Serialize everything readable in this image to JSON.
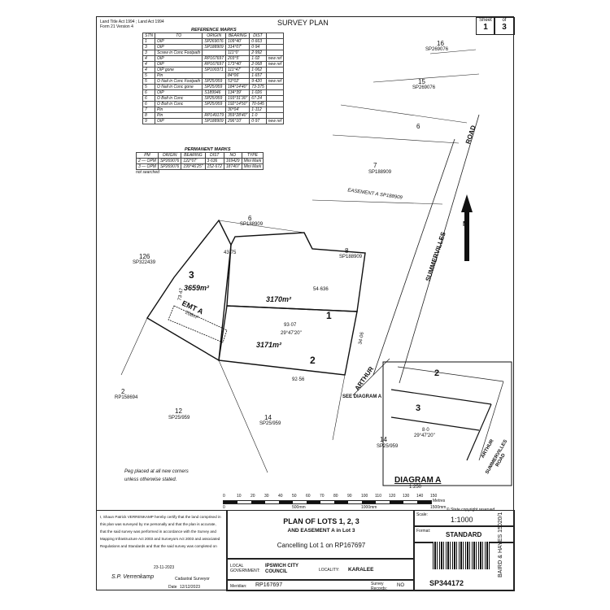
{
  "header": {
    "act_line": "Land Title Act 1994 ;  Land Act 1994",
    "form_line": "Form 21 Version 4",
    "title": "SURVEY PLAN",
    "sheet_label": "Sheet",
    "sheet_num": "1",
    "of_label": "of",
    "sheet_total": "3"
  },
  "reference_marks": {
    "title": "REFERENCE          MARKS",
    "columns": [
      "STN",
      "TO",
      "ORIGIN",
      "BEARING",
      "DIST",
      ""
    ],
    "rows": [
      [
        "1",
        "OIP",
        "SP269076",
        "109°40'",
        "0·663",
        ""
      ],
      [
        "3",
        "OIP",
        "SP188909",
        "314°07'",
        "0·94",
        ""
      ],
      [
        "3",
        "Screw in Conc Footpath",
        "",
        "111°0'",
        "2·992",
        ""
      ],
      [
        "4",
        "OIP",
        "RP167697",
        "203°5'",
        "1·02",
        "new ref"
      ],
      [
        "4",
        "OIP",
        "RP167697",
        "173°40'",
        "2·068",
        "new ref"
      ],
      [
        "4",
        "OIP gone",
        "SP100371",
        "111°47'",
        "1·062",
        ""
      ],
      [
        "5",
        "Pin",
        "",
        "84°06'",
        "1·657",
        ""
      ],
      [
        "5",
        "O Nail in Conc Footpath",
        "SP25/959",
        "53°02'",
        "9·420",
        "new ref"
      ],
      [
        "5",
        "O Nail in Conc gone",
        "SP25/959",
        "184°14'40\"",
        "73·375",
        ""
      ],
      [
        "6",
        "OIP",
        "S189946",
        "134°39'",
        "1·026",
        ""
      ],
      [
        "6",
        "O Bolt in Conc",
        "SP25/959",
        "193°31'30\"",
        "67·24",
        ""
      ],
      [
        "6",
        "O Bolt in Conc",
        "SP25/959",
        "192°14'50\"",
        "70·645",
        ""
      ],
      [
        "7",
        "Pin",
        "",
        "30°04'",
        "1·112",
        ""
      ],
      [
        "8",
        "Pin",
        "RP149179",
        "359°28'40\"",
        "1·0",
        ""
      ],
      [
        "9",
        "OIP",
        "SP188909",
        "296°10'",
        "0·97",
        "new ref"
      ]
    ]
  },
  "permanent_marks": {
    "title": "PERMANENT          MARKS",
    "columns": [
      "PM",
      "ORIGIN",
      "BEARING",
      "DIST",
      "NO",
      "TYPE"
    ],
    "rows": [
      [
        "2 — OPM",
        "SP269076",
        "122°07'",
        "3·636",
        "169429",
        "Mini Mark"
      ],
      [
        "3 — OPM",
        "SP269076",
        "199°46'25\"",
        "152·672",
        "187407",
        "Mini Mark"
      ]
    ],
    "note": "not searched"
  },
  "plan": {
    "road_name_1": "SUMMERVILLES",
    "road_name_2": "ROAD",
    "road_name_3": "ARTHUR",
    "lot1_num": "1",
    "lot1_area": "3170m²",
    "lot2_num": "2",
    "lot2_area": "3171m²",
    "lot3_num": "3",
    "lot3_area": "3659m²",
    "easement_label": "EMT A",
    "easement_area": "208m²",
    "adj_16": "16",
    "adj_16_plan": "SP269076",
    "adj_15": "15",
    "adj_15_plan": "SP269076",
    "adj_6": "6",
    "adj_7": "7",
    "adj_7_plan": "SP188909",
    "adj_8": "8",
    "adj_8_plan": "SP188909",
    "adj_6b": "6",
    "adj_6b_plan": "SP188909",
    "adj_126": "126",
    "adj_126_plan": "SP322439",
    "adj_2": "2",
    "adj_2_plan": "RP158694",
    "adj_12": "12",
    "adj_12_plan": "SP25/959",
    "adj_14": "14",
    "adj_14_plan": "SP25/959",
    "easement_a_text": "EASEMENT A   SP188909",
    "bearing_1": "54·636",
    "bearing_2": "93·07",
    "bearing_3": "29°47'20\"",
    "bearing_4": "92·56",
    "bearing_5": "34·06",
    "bearing_6": "43·75",
    "bearing_7": "73·47",
    "see_diagram": "SEE DIAGRAM A",
    "peg_note_1": "Peg placed at all new corners",
    "peg_note_2": "unless otherwise stated.",
    "north": "N"
  },
  "diagram_a": {
    "title": "DIAGRAM A",
    "scale": "1:250",
    "lot2": "2",
    "lot3": "3",
    "adj_14": "14",
    "adj_14_plan": "SP25/959",
    "road_1": "ARTHUR",
    "road_2": "SUMMERVILLES",
    "road_3": "ROAD",
    "dist_a": "8·0",
    "bearing_a": "29°47'20\""
  },
  "scale_bar": {
    "ticks": [
      "0",
      "10",
      "20",
      "30",
      "40",
      "50",
      "60",
      "70",
      "80",
      "90",
      "100",
      "110",
      "120",
      "130",
      "140",
      "150"
    ],
    "units": "Metres",
    "sub_ticks": [
      "0",
      "500mm",
      "1000mm",
      "1500mm"
    ],
    "copyright": "© State copyright reserved."
  },
  "certificate": {
    "text": "I, Shaun Patrick VERRENKAMP hereby certify that the land comprised in this plan was surveyed by me personally and that the plan is accurate, that the said survey was performed in accordance with the Survey and Mapping Infrastructure Act 2003 and Surveyors Act 2003 and associated Regulations and Standards and that the said survey was completed on",
    "completed_date": "23-11-2023",
    "signature": "S.P. Verrenkamp",
    "role": "Cadastral Surveyor",
    "date_label": "Date",
    "date": "12/12/2023"
  },
  "title_block": {
    "plan_title_1": "PLAN OF LOTS 1, 2, 3",
    "plan_title_2": "AND EASEMENT A in Lot 3",
    "cancelling": "Cancelling Lot 1 on RP167697",
    "scale_label": "Scale:",
    "scale_value": "1:1000",
    "format_label": "Format:",
    "format_value": "STANDARD",
    "local_gov_label": "LOCAL GOVERNMENT:",
    "local_gov_value": "IPSWICH CITY COUNCIL",
    "locality_label": "LOCALITY:",
    "locality_value": "KARALEE",
    "meridian_label": "Meridian:",
    "meridian_value": "RP167697",
    "survey_records_label": "Survey Records:",
    "survey_records_value": "NO",
    "plan_number": "SP344172",
    "side_text": "BAIRD & HAYES 15020/1"
  }
}
